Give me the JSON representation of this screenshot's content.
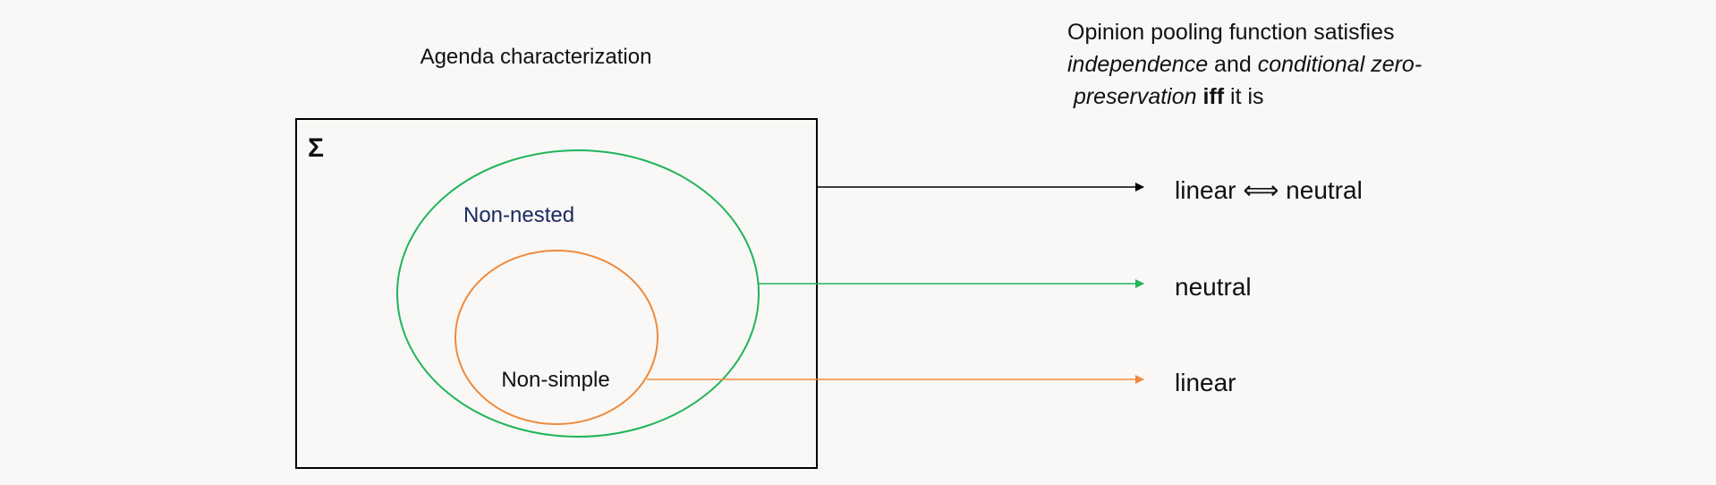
{
  "title": "Agenda characterization",
  "set_symbol": "Σ",
  "sets": {
    "outer": {
      "label": "Non-nested",
      "color": "#1fb55a",
      "label_color": "#1b2a63"
    },
    "inner": {
      "label": "Non-simple",
      "color": "#ef8a3c",
      "label_color": "#111111"
    }
  },
  "statement": {
    "line1": "Opinion pooling  function satisfies",
    "independence": "independence",
    "and": "and",
    "conditional": "conditional zero-",
    "preservation": "preservation",
    "iff": "iff",
    "it_is": "it is"
  },
  "results": {
    "sigma": {
      "label": "linear ⟺ neutral",
      "color": "#000000"
    },
    "non_nested": {
      "label": "neutral",
      "color": "#1fb55a"
    },
    "non_simple": {
      "label": "linear",
      "color": "#ef8a3c"
    }
  }
}
